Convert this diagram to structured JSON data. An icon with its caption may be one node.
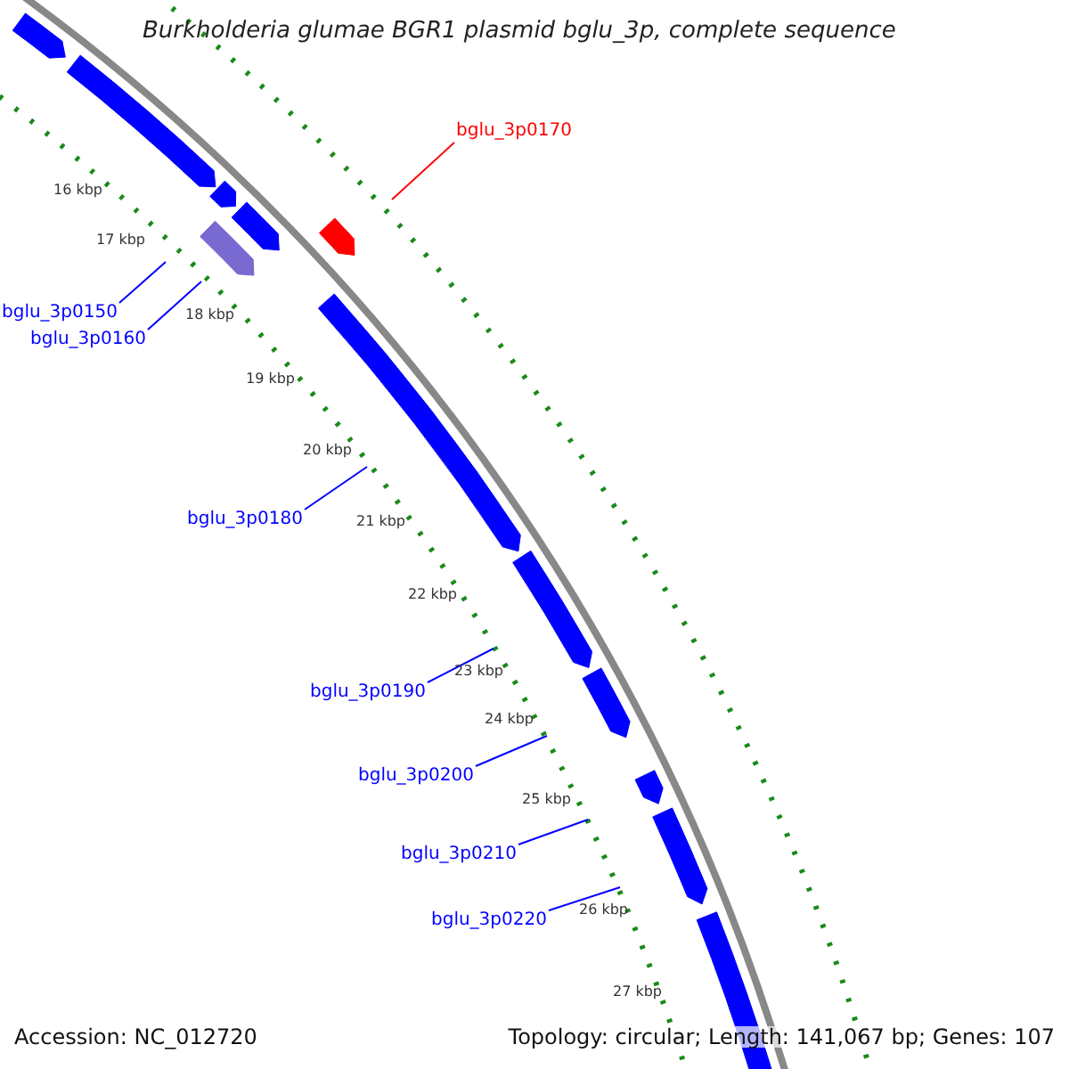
{
  "diagram": {
    "title": "Burkholderia glumae BGR1 plasmid bglu_3p, complete sequence",
    "nodes": [
      {
        "text": [
          "bglu_3p0170"
        ]
      },
      {
        "text": [
          "bglu_3p0150"
        ]
      },
      {
        "text": [
          "bglu_3p0160"
        ]
      },
      {
        "text": [
          "bglu_3p0180"
        ]
      },
      {
        "text": [
          "bglu_3p0190"
        ]
      },
      {
        "text": [
          "bglu_3p0200"
        ]
      },
      {
        "text": [
          "bglu_3p0210"
        ]
      },
      {
        "text": [
          "bglu_3p0220"
        ]
      }
    ],
    "edges": [
      {
        "from": 0,
        "to": null,
        "arrow": "none",
        "color": "#ff0000"
      },
      {
        "from": 1,
        "to": null,
        "arrow": "none"
      },
      {
        "from": 2,
        "to": null,
        "arrow": "none"
      },
      {
        "from": 3,
        "to": null,
        "arrow": "none"
      },
      {
        "from": 4,
        "to": null,
        "arrow": "none"
      },
      {
        "from": 5,
        "to": null,
        "arrow": "none"
      },
      {
        "from": 6,
        "to": null,
        "arrow": "none"
      },
      {
        "from": 7,
        "to": null,
        "arrow": "none"
      }
    ],
    "labels": [
      "16 kbp",
      "17 kbp",
      "18 kbp",
      "19 kbp",
      "20 kbp",
      "21 kbp",
      "22 kbp",
      "23 kbp",
      "24 kbp",
      "25 kbp",
      "26 kbp",
      "27 kbp",
      "Accession: NC_012720",
      "Topology: circular; Length: 141,067 bp; Genes: 107"
    ]
  }
}
